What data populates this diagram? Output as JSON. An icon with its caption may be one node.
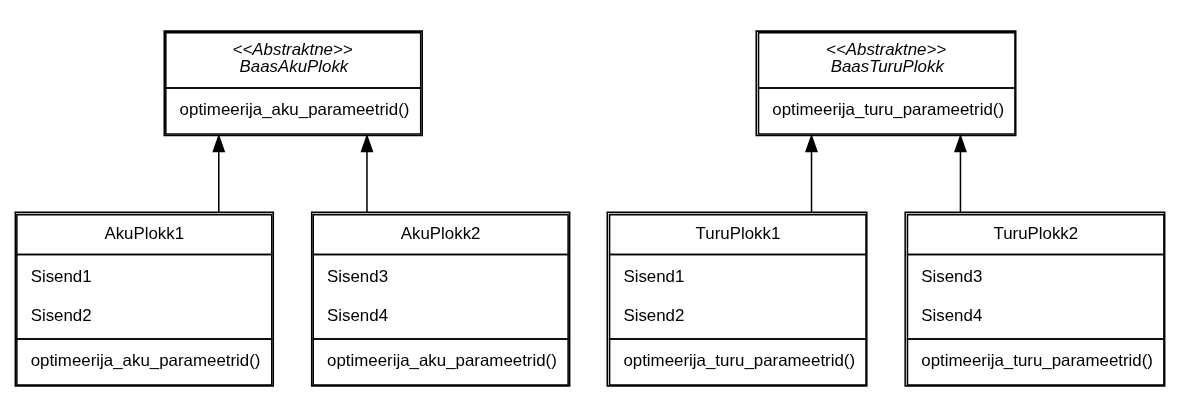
{
  "diagram": {
    "nodes": [
      {
        "text": [
          "<<Abstraktne>>",
          "BaasAkuPlokk",
          "optimeerija_aku_parameetrid()"
        ]
      },
      {
        "text": [
          "<<Abstraktne>>",
          "BaasTuruPlokk",
          "optimeerija_turu_parameetrid()"
        ]
      },
      {
        "text": [
          "AkuPlokk1",
          "Sisend1",
          "Sisend2",
          "optimeerija_aku_parameetrid()"
        ]
      },
      {
        "text": [
          "AkuPlokk2",
          "Sisend3",
          "Sisend4",
          "optimeerija_aku_parameetrid()"
        ]
      },
      {
        "text": [
          "TuruPlokk1",
          "Sisend1",
          "Sisend2",
          "optimeerija_turu_parameetrid()"
        ]
      },
      {
        "text": [
          "TuruPlokk2",
          "Sisend3",
          "Sisend4",
          "optimeerija_turu_parameetrid()"
        ]
      }
    ],
    "edges": [
      {
        "from": 2,
        "to": 0,
        "arrow": "to"
      },
      {
        "from": 3,
        "to": 0,
        "arrow": "to"
      },
      {
        "from": 4,
        "to": 1,
        "arrow": "to"
      },
      {
        "from": 5,
        "to": 1,
        "arrow": "to"
      }
    ]
  }
}
